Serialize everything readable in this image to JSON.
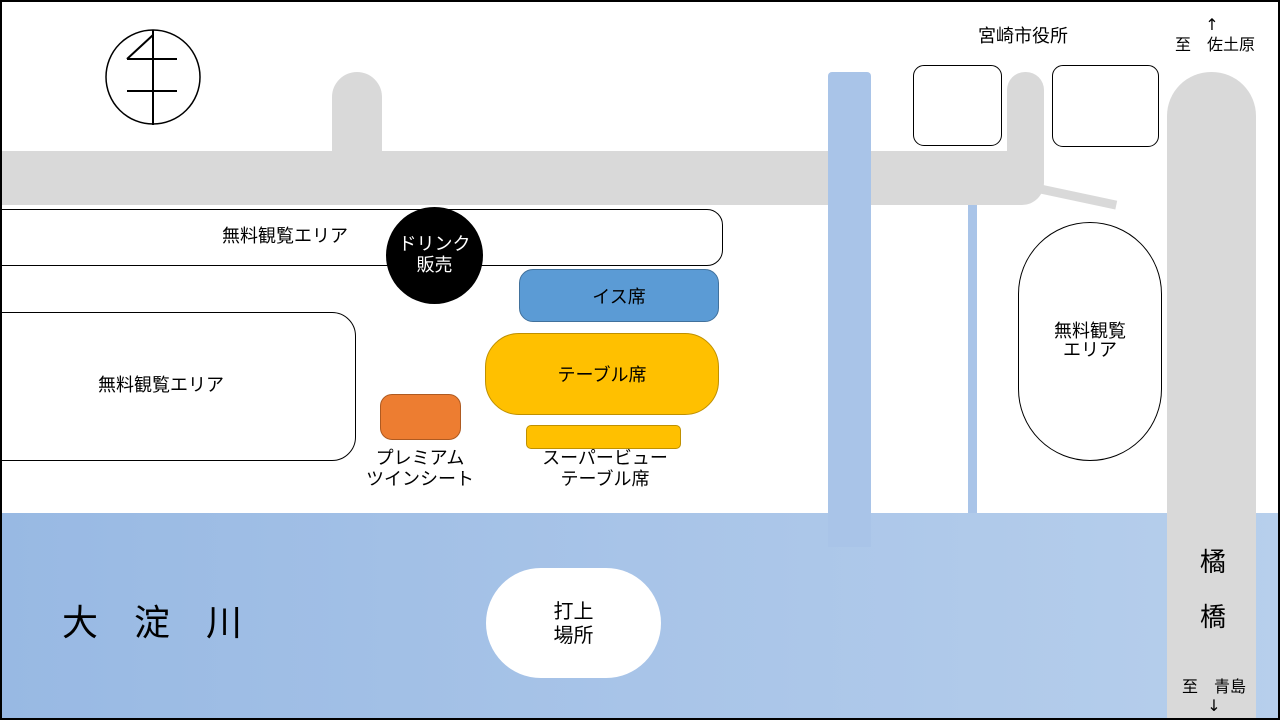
{
  "city_hall": "宮崎市役所",
  "north_dest": {
    "arrow": "↑",
    "text": "至　佐土原"
  },
  "south_dest": {
    "arrow": "↓",
    "text": "至　青島"
  },
  "bridge_name": [
    "橘",
    "橋"
  ],
  "river_name": "大　淀　川",
  "launch_site": [
    "打上",
    "場所"
  ],
  "drink": [
    "ドリンク",
    "販売"
  ],
  "free_area_top": "無料観覧エリア",
  "free_area_left": "無料観覧エリア",
  "free_area_right": [
    "無料観覧",
    "エリア"
  ],
  "chair_seats": "イス席",
  "table_seats": "テーブル席",
  "premium_twin": [
    "プレミアム",
    "ツインシート"
  ],
  "super_view": [
    "スーパービュー",
    "テーブル席"
  ],
  "colors": {
    "river": "#a8c4e8",
    "road": "#d9d9d9",
    "chair_seats": "#5b9bd5",
    "table_seats": "#ffc000",
    "premium_twin": "#ed7d31",
    "drink": "#000000"
  },
  "icons": {
    "compass": "north-arrow-icon"
  }
}
